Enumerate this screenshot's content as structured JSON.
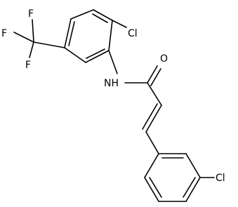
{
  "molecule": {
    "atoms": {
      "cl_top": "Cl",
      "o": "O",
      "nh": "NH",
      "f1": "F",
      "f2": "F",
      "f3": "F",
      "cl_bottom": "Cl"
    }
  },
  "colors": {
    "bond": "#000000",
    "text": "#000000",
    "background": "#ffffff"
  }
}
